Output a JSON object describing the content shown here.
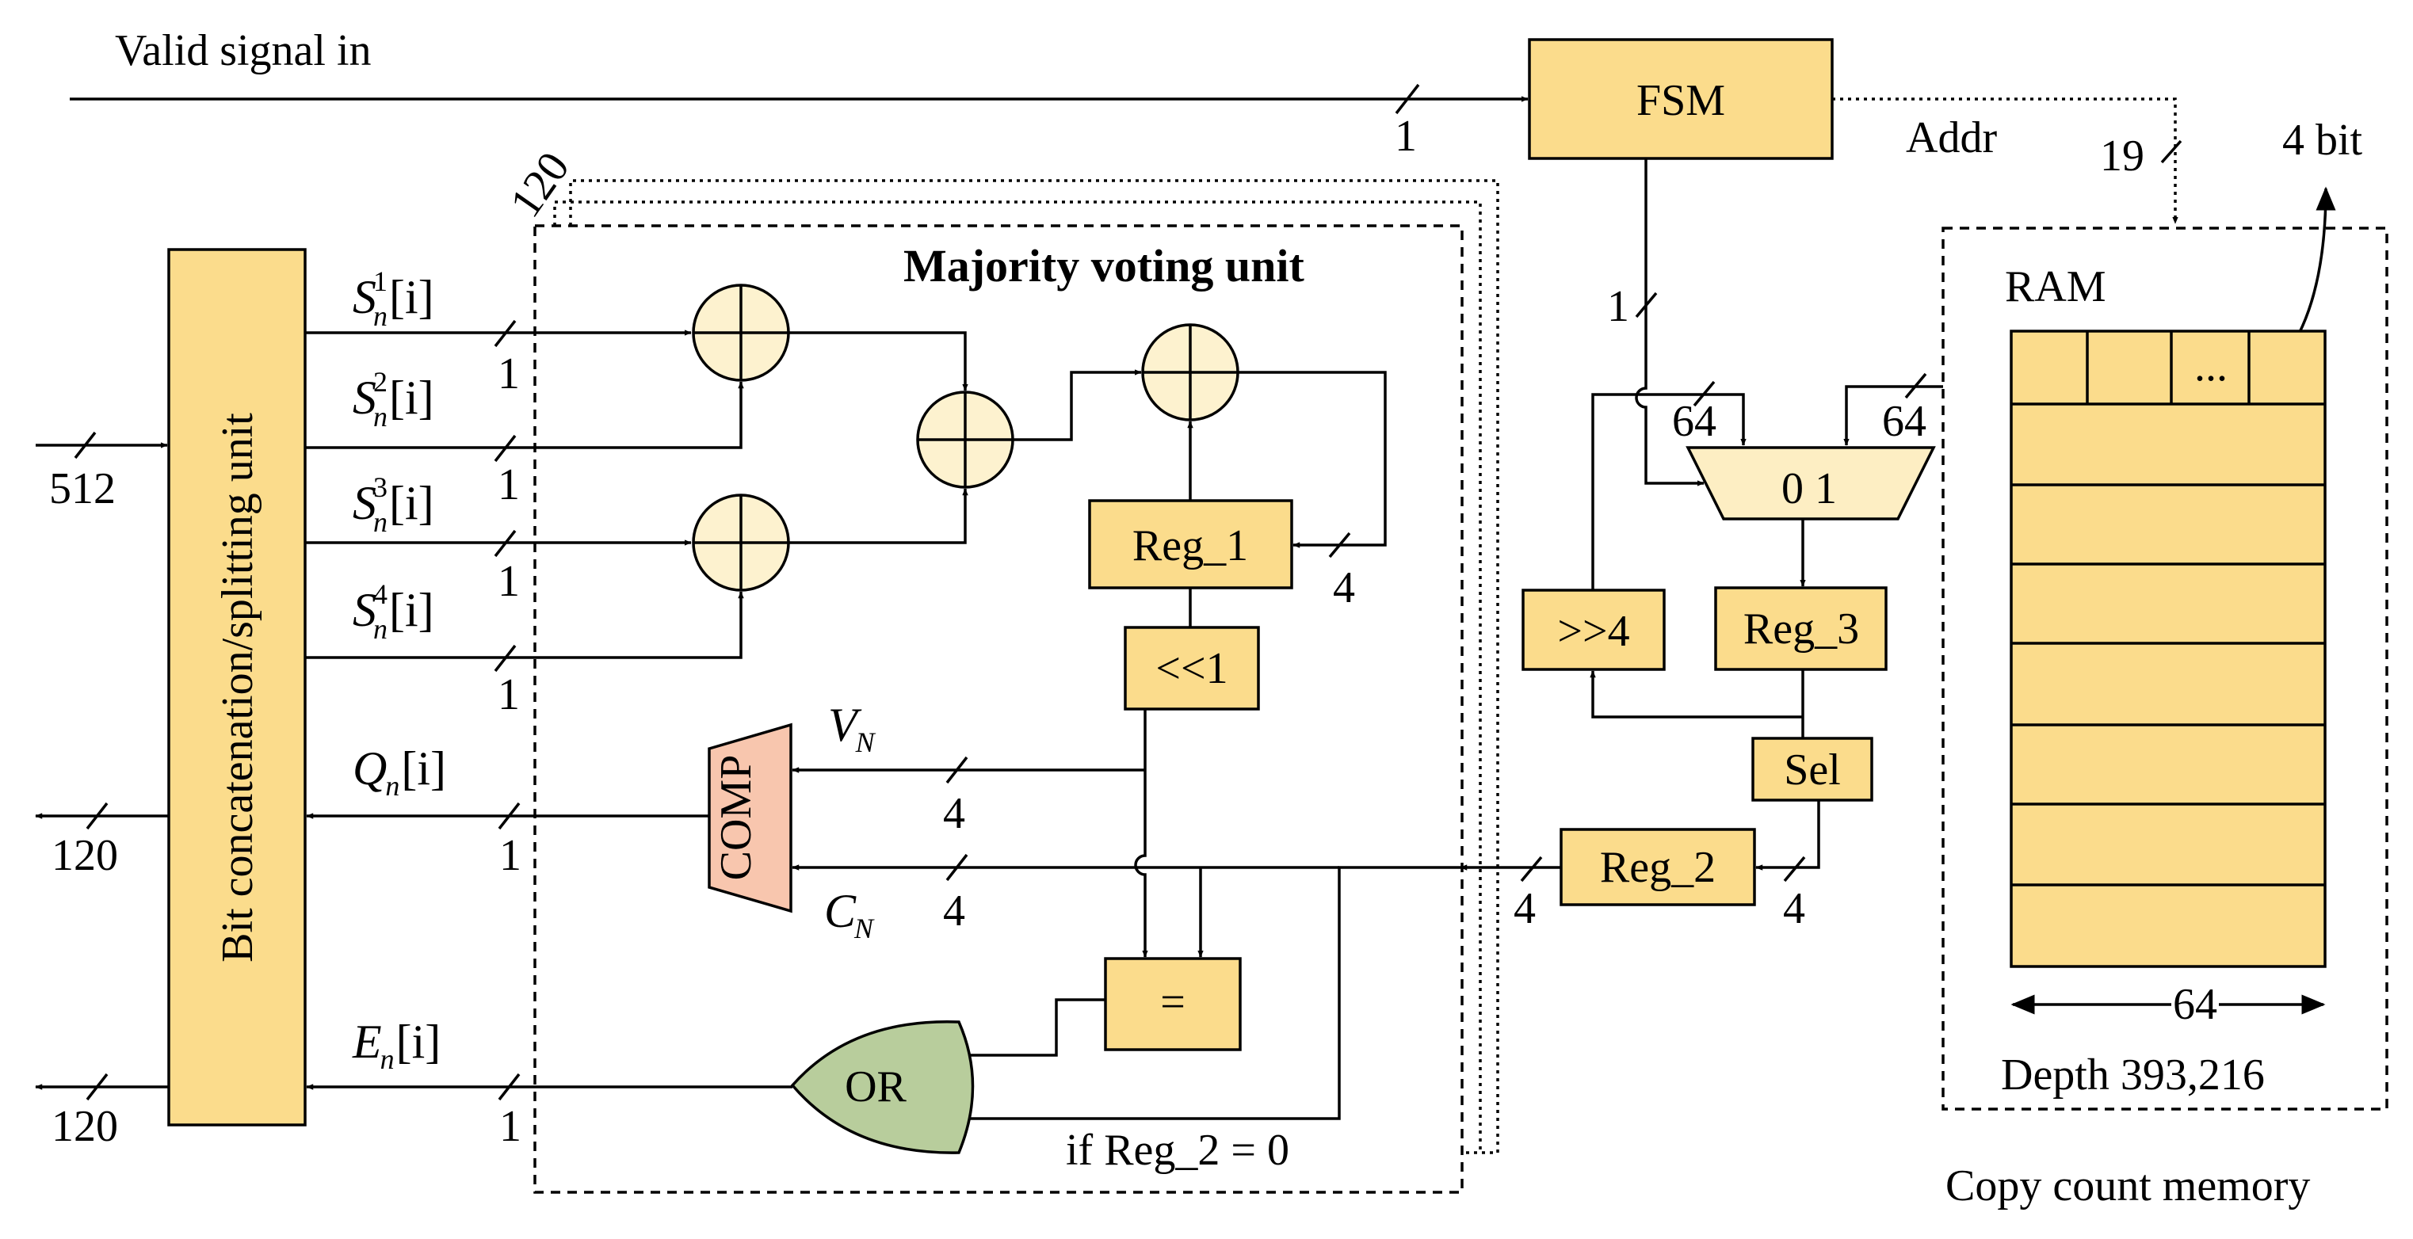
{
  "labels": {
    "valid_signal": "Valid signal in",
    "fsm": "FSM",
    "addr": "Addr",
    "addr_width": "19",
    "four_bit": "4 bit",
    "ram": "RAM",
    "ram_cell_dots": "...",
    "ram_width": "64",
    "ram_depth": "Depth 393,216",
    "copy_count_memory": "Copy count memory",
    "bit_unit": "Bit concatenation/splitting unit",
    "majority_unit": "Majority voting  unit",
    "parallel_count": "120",
    "input_width": "512",
    "q_out_width": "120",
    "e_out_width": "120",
    "reg1": "Reg_1",
    "reg2": "Reg_2",
    "reg3": "Reg_3",
    "shift_left": "<<1",
    "shift_right": ">>4",
    "sel": "Sel",
    "mux_inputs": "0  1",
    "comp": "COMP",
    "eq": "=",
    "or": "OR",
    "cond": "if   Reg_2 = 0"
  },
  "signals": {
    "s_base": "S",
    "s_index": "n",
    "s1_sup": "1",
    "s2_sup": "2",
    "s3_sup": "3",
    "s4_sup": "4",
    "s_bracket": "[i]",
    "q_base": "Q",
    "q_sub": "n",
    "q_bracket": "[i]",
    "e_base": "E",
    "e_sub": "n",
    "e_bracket": "[i]",
    "v_base": "V",
    "v_sub": "N",
    "c_base": "C",
    "c_sub": "N"
  },
  "bus_widths": {
    "fsm_in": "1",
    "fsm_down": "1",
    "s1": "1",
    "s2": "1",
    "s3": "1",
    "s4": "1",
    "mux_left": "64",
    "mux_right": "64",
    "reg1_fb": "4",
    "vn": "4",
    "cn": "4",
    "q": "1",
    "e": "1",
    "reg2_in": "4",
    "reg2_out": "4"
  }
}
